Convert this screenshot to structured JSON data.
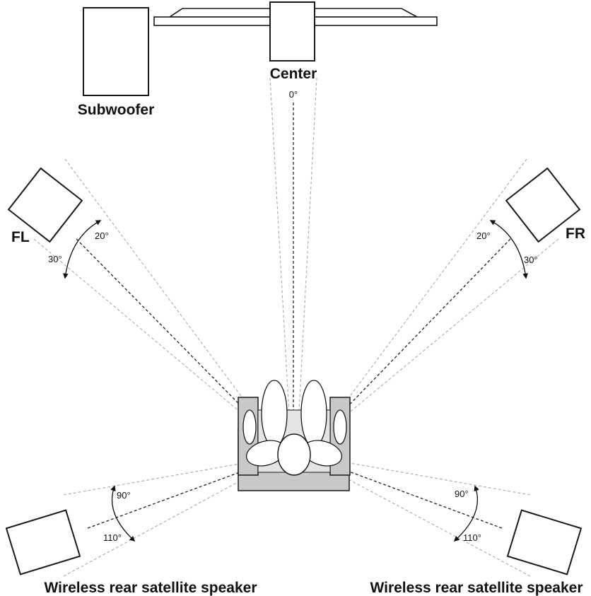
{
  "labels": {
    "center": "Center",
    "center_angle": "0°",
    "subwoofer": "Subwoofer",
    "front_left": "FL",
    "front_right": "FR",
    "front_inner_angle_left": "20°",
    "front_outer_angle_left": "30°",
    "front_inner_angle_right": "20°",
    "front_outer_angle_right": "30°",
    "rear_inner_angle_left": "90°",
    "rear_outer_angle_left": "110°",
    "rear_inner_angle_right": "90°",
    "rear_outer_angle_right": "110°",
    "rear_left": "Wireless rear satellite speaker",
    "rear_right": "Wireless rear satellite speaker"
  },
  "colors": {
    "line": "#1a1a1a",
    "guide_light": "#aaaaaa",
    "chair": "#c8c8c8"
  }
}
